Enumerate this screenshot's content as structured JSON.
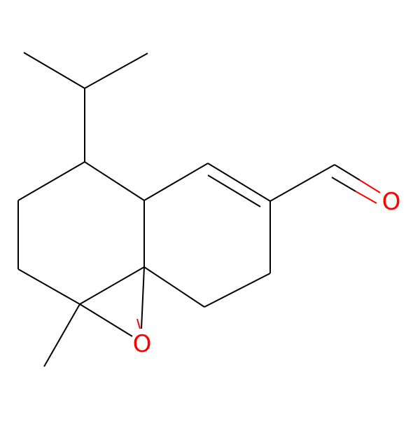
{
  "molecule": {
    "colors": {
      "bond": "#000000",
      "oxygen": "#ff0000",
      "background": "#ffffff"
    },
    "atoms": [
      {
        "id": "ald_O",
        "label": "O",
        "element": "O"
      },
      {
        "id": "epox_O",
        "label": "O",
        "element": "O"
      }
    ]
  }
}
